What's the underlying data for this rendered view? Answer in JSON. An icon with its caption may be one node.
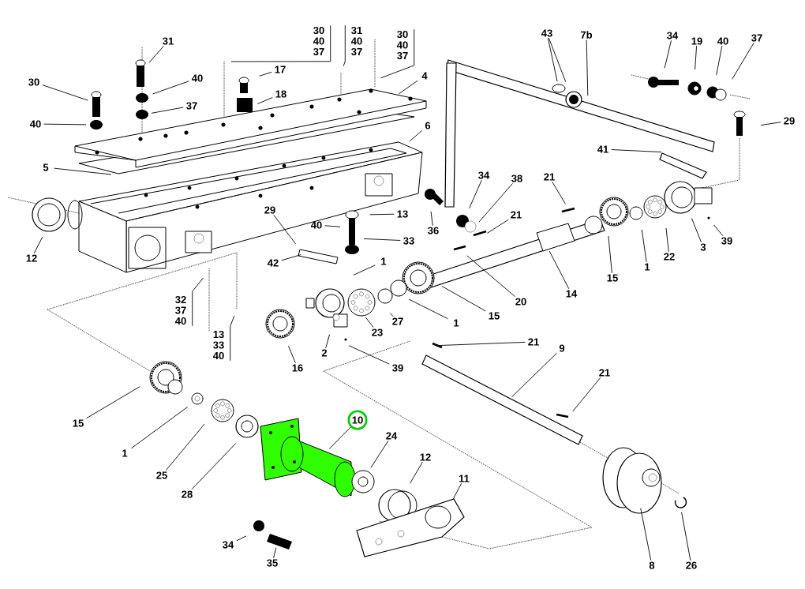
{
  "diagram": {
    "nodes": [
      {
        "text": [
          "31"
        ]
      },
      {
        "text": [
          "40"
        ]
      },
      {
        "text": [
          "37"
        ]
      },
      {
        "text": [
          "30"
        ]
      },
      {
        "text": [
          "40"
        ]
      },
      {
        "text": [
          "17"
        ]
      },
      {
        "text": [
          "18"
        ]
      },
      {
        "text": [
          "30 40 37"
        ]
      },
      {
        "text": [
          "31 40 37"
        ]
      },
      {
        "text": [
          "30 40 37"
        ]
      },
      {
        "text": [
          "4"
        ]
      },
      {
        "text": [
          "6"
        ]
      },
      {
        "text": [
          "5"
        ]
      },
      {
        "text": [
          "12"
        ]
      },
      {
        "text": [
          "29"
        ]
      },
      {
        "text": [
          "40"
        ]
      },
      {
        "text": [
          "13"
        ]
      },
      {
        "text": [
          "33"
        ]
      },
      {
        "text": [
          "42"
        ]
      },
      {
        "text": [
          "1"
        ]
      },
      {
        "text": [
          "32 37 40"
        ]
      },
      {
        "text": [
          "13 33 40"
        ]
      },
      {
        "text": [
          "43"
        ]
      },
      {
        "text": [
          "7b"
        ]
      },
      {
        "text": [
          "34"
        ]
      },
      {
        "text": [
          "19"
        ]
      },
      {
        "text": [
          "40"
        ]
      },
      {
        "text": [
          "37"
        ]
      },
      {
        "text": [
          "29"
        ]
      },
      {
        "text": [
          "41"
        ]
      },
      {
        "text": [
          "34"
        ]
      },
      {
        "text": [
          "38"
        ]
      },
      {
        "text": [
          "36"
        ]
      },
      {
        "text": [
          "21"
        ]
      },
      {
        "text": [
          "21"
        ]
      },
      {
        "text": [
          "20"
        ]
      },
      {
        "text": [
          "14"
        ]
      },
      {
        "text": [
          "15"
        ]
      },
      {
        "text": [
          "1"
        ]
      },
      {
        "text": [
          "22"
        ]
      },
      {
        "text": [
          "3"
        ]
      },
      {
        "text": [
          "39"
        ]
      },
      {
        "text": [
          "15"
        ]
      },
      {
        "text": [
          "1"
        ]
      },
      {
        "text": [
          "27"
        ]
      },
      {
        "text": [
          "23"
        ]
      },
      {
        "text": [
          "2"
        ]
      },
      {
        "text": [
          "16"
        ]
      },
      {
        "text": [
          "39"
        ]
      },
      {
        "text": [
          "21"
        ]
      },
      {
        "text": [
          "9"
        ]
      },
      {
        "text": [
          "21"
        ]
      },
      {
        "text": [
          "15"
        ]
      },
      {
        "text": [
          "1"
        ]
      },
      {
        "text": [
          "25"
        ]
      },
      {
        "text": [
          "28"
        ]
      },
      {
        "text": [
          "10"
        ]
      },
      {
        "text": [
          "24"
        ]
      },
      {
        "text": [
          "12"
        ]
      },
      {
        "text": [
          "11"
        ]
      },
      {
        "text": [
          "34"
        ]
      },
      {
        "text": [
          "35"
        ]
      },
      {
        "text": [
          "8"
        ]
      },
      {
        "text": [
          "26"
        ]
      }
    ],
    "edges": [
      {
        "from": 0,
        "to": null,
        "arrow": "none"
      },
      {
        "from": 1,
        "to": null,
        "arrow": "none"
      },
      {
        "from": 2,
        "to": null,
        "arrow": "none"
      },
      {
        "from": 3,
        "to": null,
        "arrow": "none"
      },
      {
        "from": 4,
        "to": null,
        "arrow": "none"
      },
      {
        "from": 5,
        "to": null,
        "arrow": "none"
      },
      {
        "from": 6,
        "to": null,
        "arrow": "none"
      },
      {
        "from": 7,
        "to": null,
        "arrow": "none"
      },
      {
        "from": 8,
        "to": null,
        "arrow": "none"
      },
      {
        "from": 9,
        "to": null,
        "arrow": "none"
      },
      {
        "from": 10,
        "to": null,
        "arrow": "none"
      },
      {
        "from": 11,
        "to": null,
        "arrow": "none"
      },
      {
        "from": 12,
        "to": null,
        "arrow": "none"
      },
      {
        "from": 13,
        "to": null,
        "arrow": "none"
      },
      {
        "from": 14,
        "to": null,
        "arrow": "none"
      },
      {
        "from": 15,
        "to": null,
        "arrow": "none"
      },
      {
        "from": 16,
        "to": null,
        "arrow": "none"
      },
      {
        "from": 17,
        "to": null,
        "arrow": "none"
      },
      {
        "from": 18,
        "to": null,
        "arrow": "none"
      },
      {
        "from": 19,
        "to": null,
        "arrow": "none"
      },
      {
        "from": 20,
        "to": null,
        "arrow": "none"
      },
      {
        "from": 21,
        "to": null,
        "arrow": "none"
      },
      {
        "from": 22,
        "to": null,
        "arrow": "none"
      },
      {
        "from": 22,
        "to": null,
        "arrow": "none"
      },
      {
        "from": 23,
        "to": null,
        "arrow": "none"
      },
      {
        "from": 24,
        "to": null,
        "arrow": "none"
      },
      {
        "from": 25,
        "to": null,
        "arrow": "none"
      },
      {
        "from": 26,
        "to": null,
        "arrow": "none"
      },
      {
        "from": 27,
        "to": null,
        "arrow": "none"
      },
      {
        "from": 28,
        "to": null,
        "arrow": "none"
      },
      {
        "from": 29,
        "to": null,
        "arrow": "none"
      },
      {
        "from": 30,
        "to": null,
        "arrow": "none"
      },
      {
        "from": 31,
        "to": null,
        "arrow": "none"
      },
      {
        "from": 32,
        "to": null,
        "arrow": "none"
      },
      {
        "from": 33,
        "to": null,
        "arrow": "none"
      },
      {
        "from": 34,
        "to": null,
        "arrow": "none"
      },
      {
        "from": 35,
        "to": null,
        "arrow": "none"
      },
      {
        "from": 36,
        "to": null,
        "arrow": "none"
      },
      {
        "from": 37,
        "to": null,
        "arrow": "none"
      },
      {
        "from": 38,
        "to": null,
        "arrow": "none"
      },
      {
        "from": 39,
        "to": null,
        "arrow": "none"
      },
      {
        "from": 40,
        "to": null,
        "arrow": "none"
      },
      {
        "from": 41,
        "to": null,
        "arrow": "none"
      },
      {
        "from": 42,
        "to": null,
        "arrow": "none"
      },
      {
        "from": 43,
        "to": null,
        "arrow": "none"
      },
      {
        "from": 44,
        "to": null,
        "arrow": "none"
      },
      {
        "from": 45,
        "to": null,
        "arrow": "none"
      },
      {
        "from": 46,
        "to": null,
        "arrow": "none"
      },
      {
        "from": 47,
        "to": null,
        "arrow": "none"
      },
      {
        "from": 48,
        "to": null,
        "arrow": "none"
      },
      {
        "from": 49,
        "to": null,
        "arrow": "none"
      },
      {
        "from": 50,
        "to": null,
        "arrow": "none"
      },
      {
        "from": 51,
        "to": null,
        "arrow": "none"
      },
      {
        "from": 52,
        "to": null,
        "arrow": "none"
      },
      {
        "from": 53,
        "to": null,
        "arrow": "none"
      },
      {
        "from": 54,
        "to": null,
        "arrow": "none"
      },
      {
        "from": 55,
        "to": null,
        "arrow": "none"
      },
      {
        "from": 56,
        "to": null,
        "arrow": "none"
      },
      {
        "from": 57,
        "to": null,
        "arrow": "none"
      },
      {
        "from": 58,
        "to": null,
        "arrow": "none"
      },
      {
        "from": 59,
        "to": null,
        "arrow": "none"
      },
      {
        "from": 60,
        "to": null,
        "arrow": "none"
      },
      {
        "from": 61,
        "to": null,
        "arrow": "none"
      },
      {
        "from": 62,
        "to": null,
        "arrow": "none"
      },
      {
        "from": 63,
        "to": null,
        "arrow": "none"
      }
    ]
  }
}
